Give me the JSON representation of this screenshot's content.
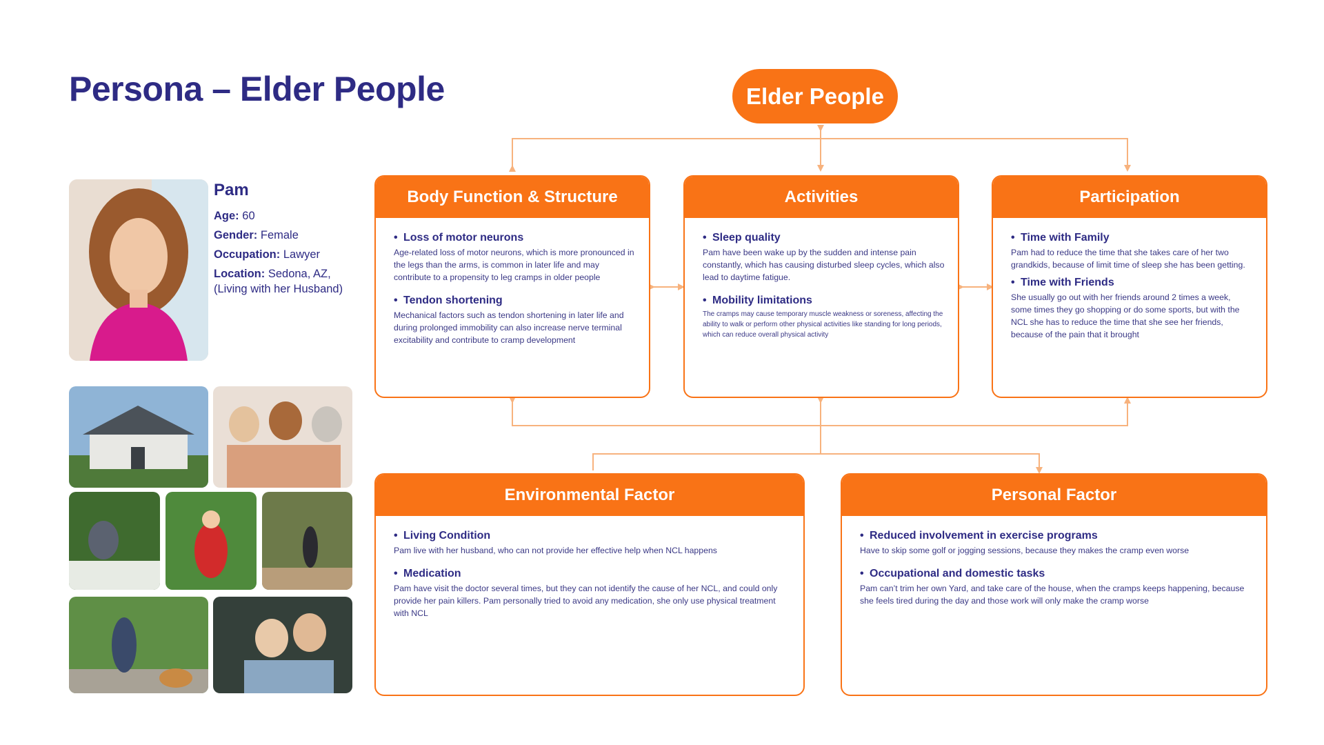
{
  "page": {
    "title": "Persona – Elder People"
  },
  "persona": {
    "name": "Pam",
    "rows": [
      {
        "key": "Age:",
        "value": "60"
      },
      {
        "key": "Gender:",
        "value": "Female"
      },
      {
        "key": "Occupation:",
        "value": "Lawyer"
      },
      {
        "key": "Location:",
        "value": "Sedona, AZ, (Living with her Husband)"
      }
    ]
  },
  "diagram": {
    "root": "Elder People",
    "body": {
      "title": "Body Function & Structure",
      "items": [
        {
          "title": "Loss of motor neurons",
          "text": "Age-related loss of motor neurons, which is more pronounced in the legs than the arms, is common in later life and may contribute to a propensity to leg cramps in older people"
        },
        {
          "title": "Tendon shortening",
          "text": "Mechanical factors such as tendon shortening in later life and during prolonged immobility can also increase nerve terminal excitability and contribute to cramp development"
        }
      ]
    },
    "activities": {
      "title": "Activities",
      "items": [
        {
          "title": "Sleep quality",
          "text": "Pam have been wake up by the sudden and intense pain constantly, which has causing disturbed sleep cycles, which also lead to daytime fatigue."
        },
        {
          "title": "Mobility limitations",
          "text": "The cramps may cause temporary muscle weakness or soreness, affecting the ability to walk or perform other physical activities like standing for long periods, which can reduce overall physical activity"
        }
      ]
    },
    "participation": {
      "title": "Participation",
      "items": [
        {
          "title": "Time with Family",
          "text": "Pam had to reduce the time that she takes care of her two grandkids, because of limit time of sleep she has been getting."
        },
        {
          "title": "Time with Friends",
          "text": "She usually go out with her friends around 2 times a week, some times they go shopping or do some sports, but with the NCL she has to reduce the time that she see her friends, because of the pain that it brought"
        }
      ]
    },
    "environmental": {
      "title": "Environmental Factor",
      "items": [
        {
          "title": "Living Condition",
          "text": "Pam live with her husband, who can not provide her effective help when NCL  happens"
        },
        {
          "title": "Medication",
          "text": "Pam have visit the doctor several times, but they can not identify the cause of her NCL, and could only provide her pain killers. Pam personally tried to avoid any medication, she only use physical treatment with NCL"
        }
      ]
    },
    "personal": {
      "title": "Personal Factor",
      "items": [
        {
          "title": "Reduced involvement in exercise programs",
          "text": "Have to skip some golf or jogging sessions, because they makes the cramp even worse"
        },
        {
          "title": "Occupational and domestic tasks",
          "text": "Pam can’t trim her own Yard, and take care of the house, when the cramps keeps happening, because she feels tired during the day and those work will only make the cramp worse"
        }
      ]
    }
  },
  "colors": {
    "accent": "#f97316",
    "connector": "#f7b27d",
    "title": "#2e2b84"
  },
  "icons": [
    "arrow-icon"
  ]
}
